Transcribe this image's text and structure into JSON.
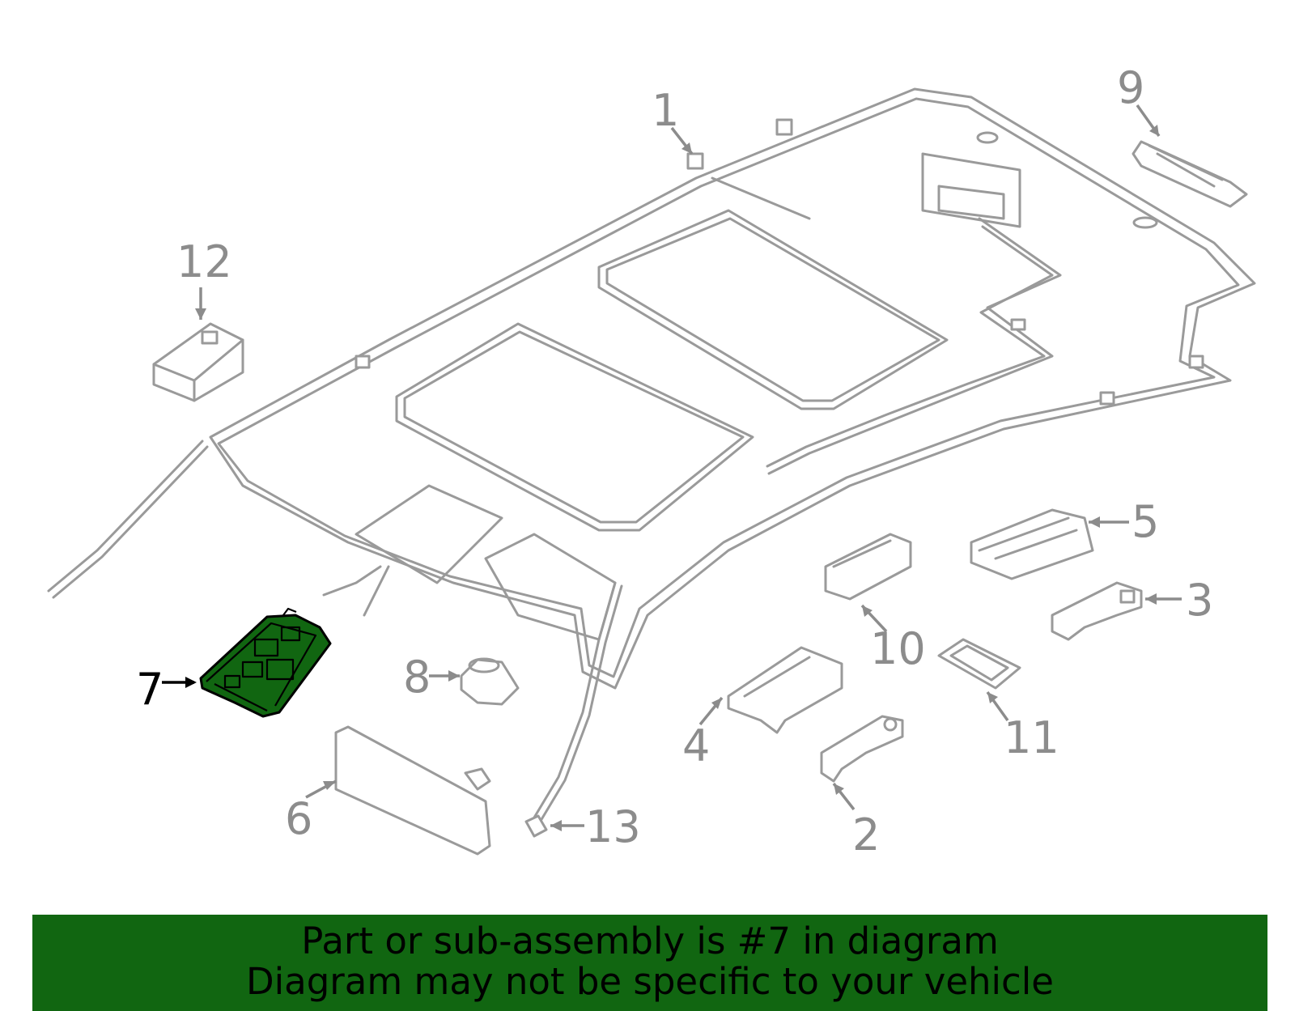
{
  "banner": {
    "line1": "Part or sub-assembly is #7 in diagram",
    "line2": "Diagram may not be specific to your vehicle"
  },
  "colors": {
    "highlight": "#116611",
    "outline": "#9a9a9a",
    "label_gray": "#8c8c8c"
  },
  "callouts": {
    "c1": "1",
    "c2": "2",
    "c3": "3",
    "c4": "4",
    "c5": "5",
    "c6": "6",
    "c7": "7",
    "c8": "8",
    "c9": "9",
    "c10": "10",
    "c11": "11",
    "c12": "12",
    "c13": "13"
  },
  "highlighted_part": "7"
}
